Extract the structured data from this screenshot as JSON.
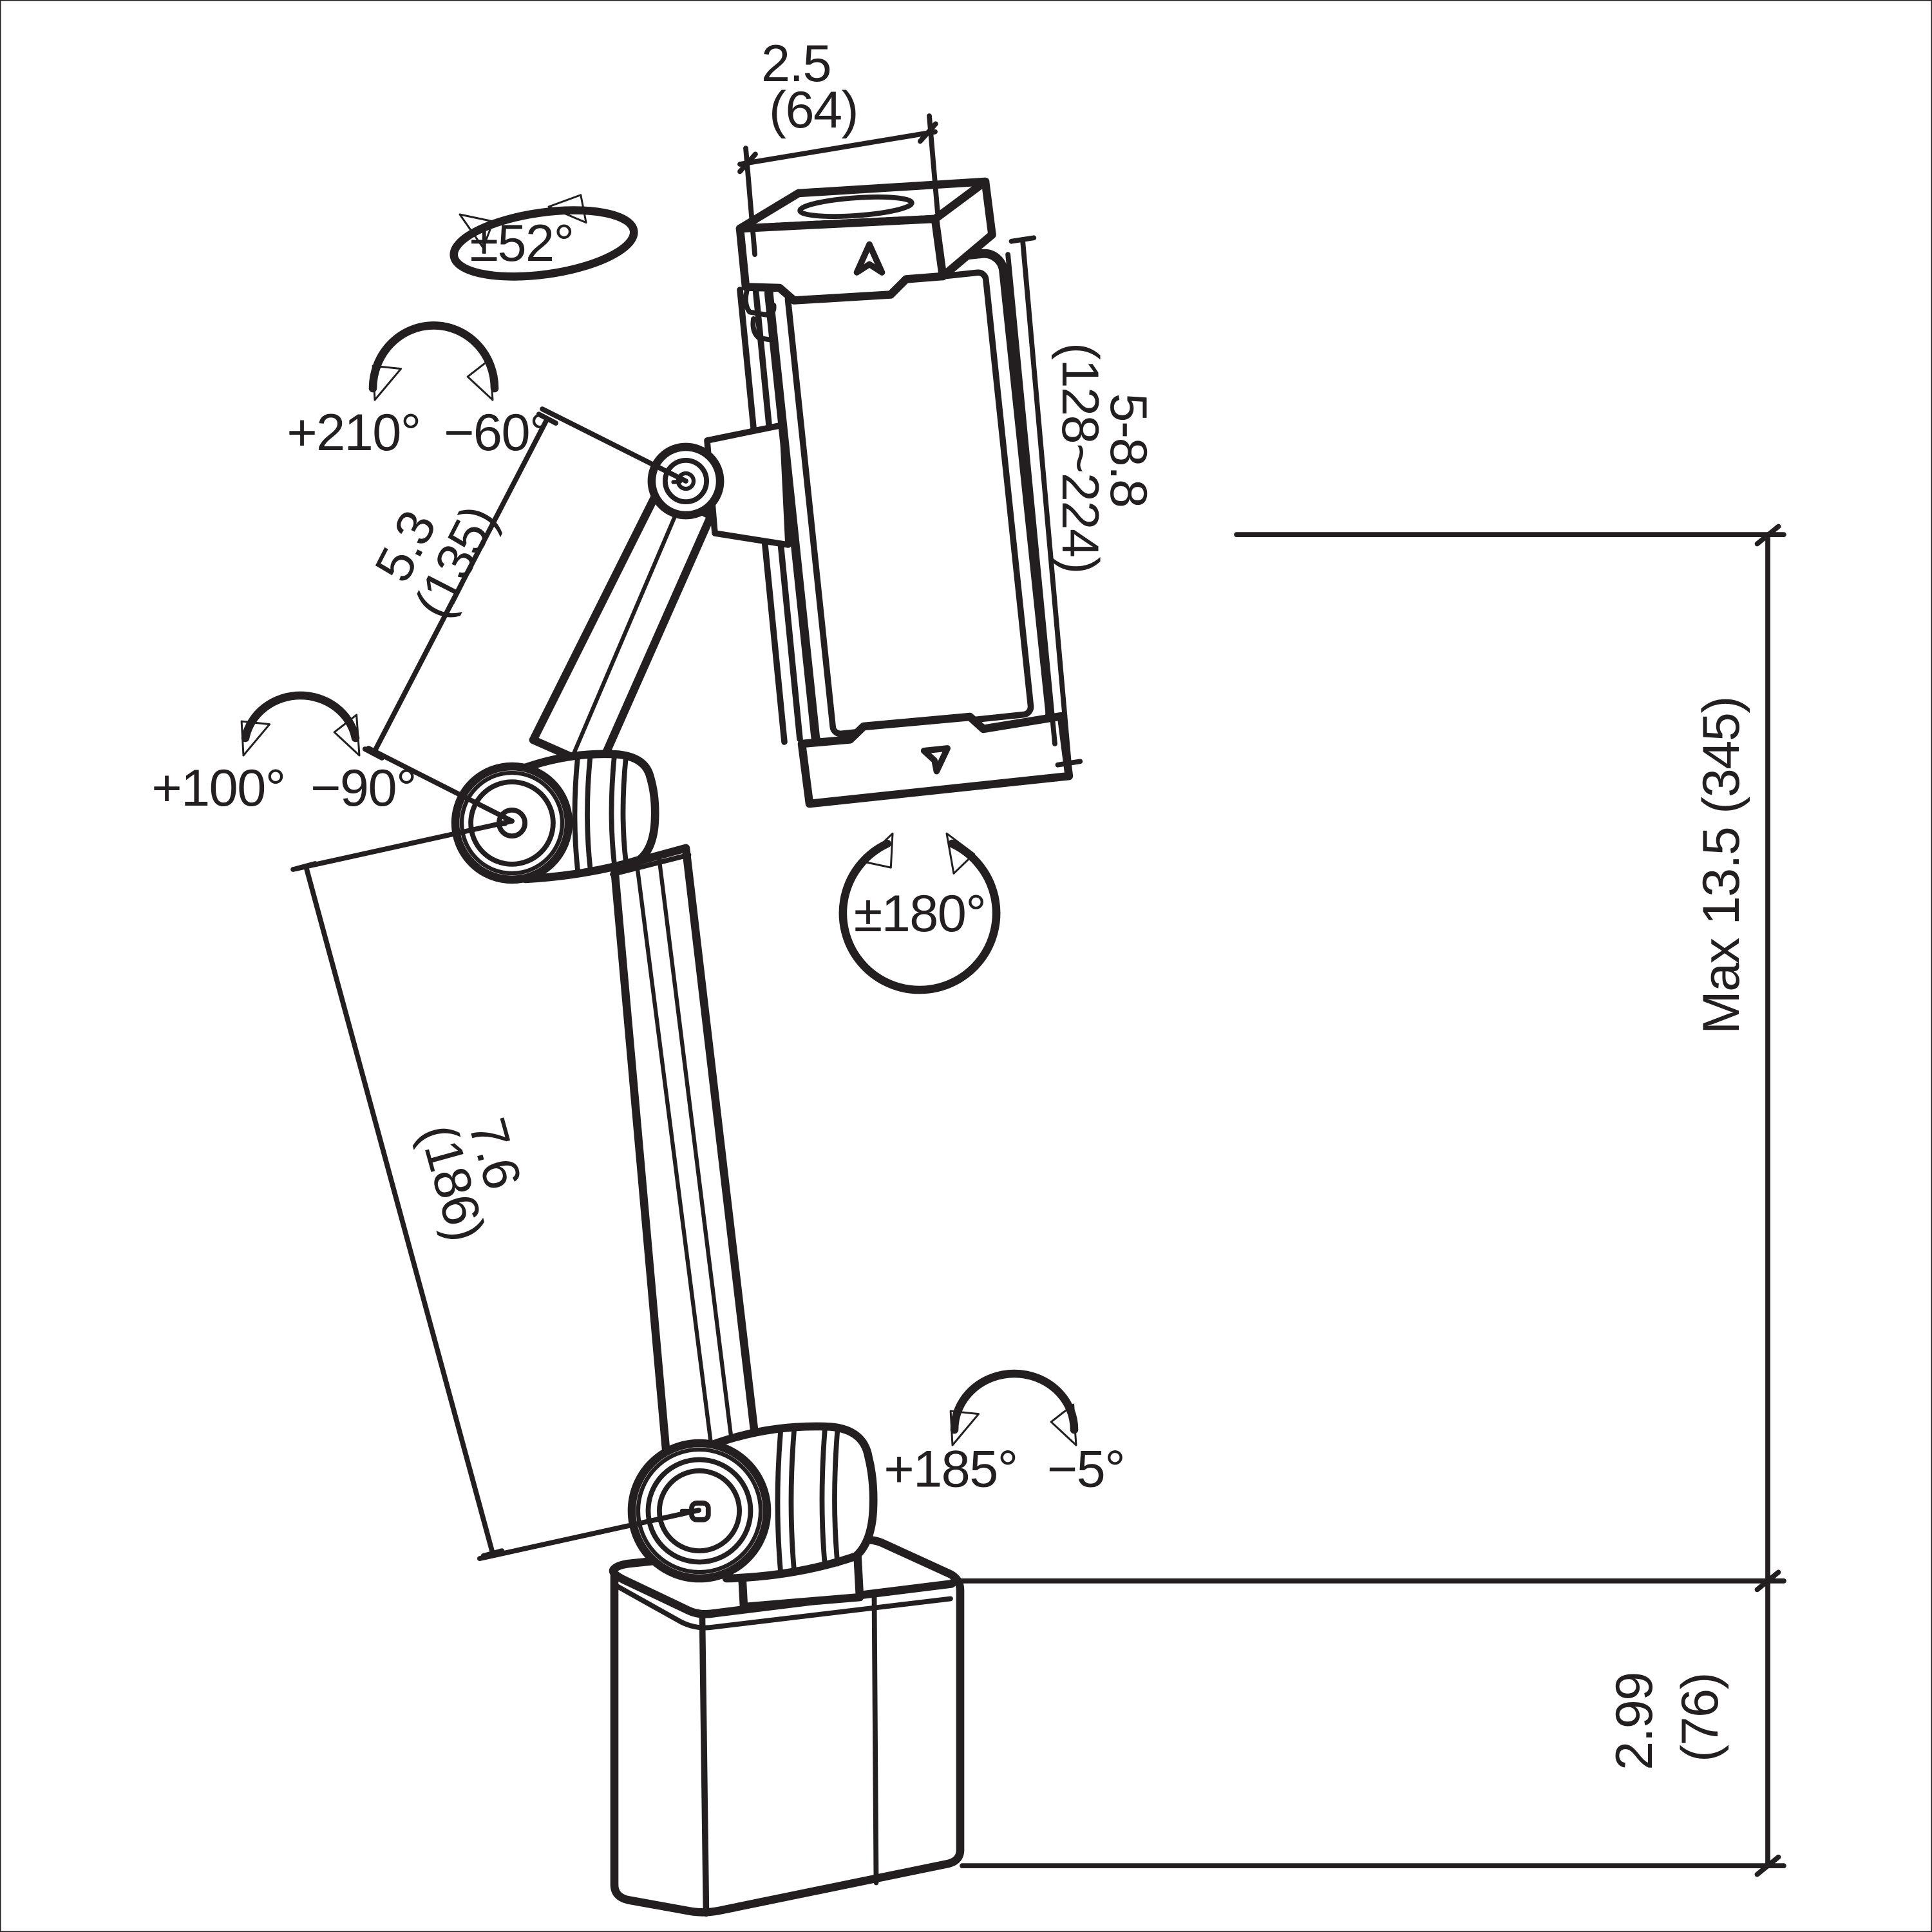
{
  "colors": {
    "line": "#231f20",
    "background": "#ffffff"
  },
  "dimensions": {
    "clamp_width_in": "2.5",
    "clamp_width_mm": "(64)",
    "holder_height_in": "5-8.8",
    "holder_height_mm": "(128~224)",
    "upper_arm_in": "5.3",
    "upper_arm_mm": "(135)",
    "lower_arm_in": "7.6",
    "lower_arm_mm": "(186)",
    "max_height": "Max 13.5 (345)",
    "base_height_in": "2.99",
    "base_height_mm": "(76)"
  },
  "rotations": {
    "holder_swivel": "±52°",
    "tilt_plus": "+210°",
    "tilt_minus": "−60°",
    "elbow_plus": "+100°",
    "elbow_minus": "−90°",
    "arm_swivel": "±180°",
    "base_tilt_plus": "+185°",
    "base_tilt_minus": "−5°"
  }
}
